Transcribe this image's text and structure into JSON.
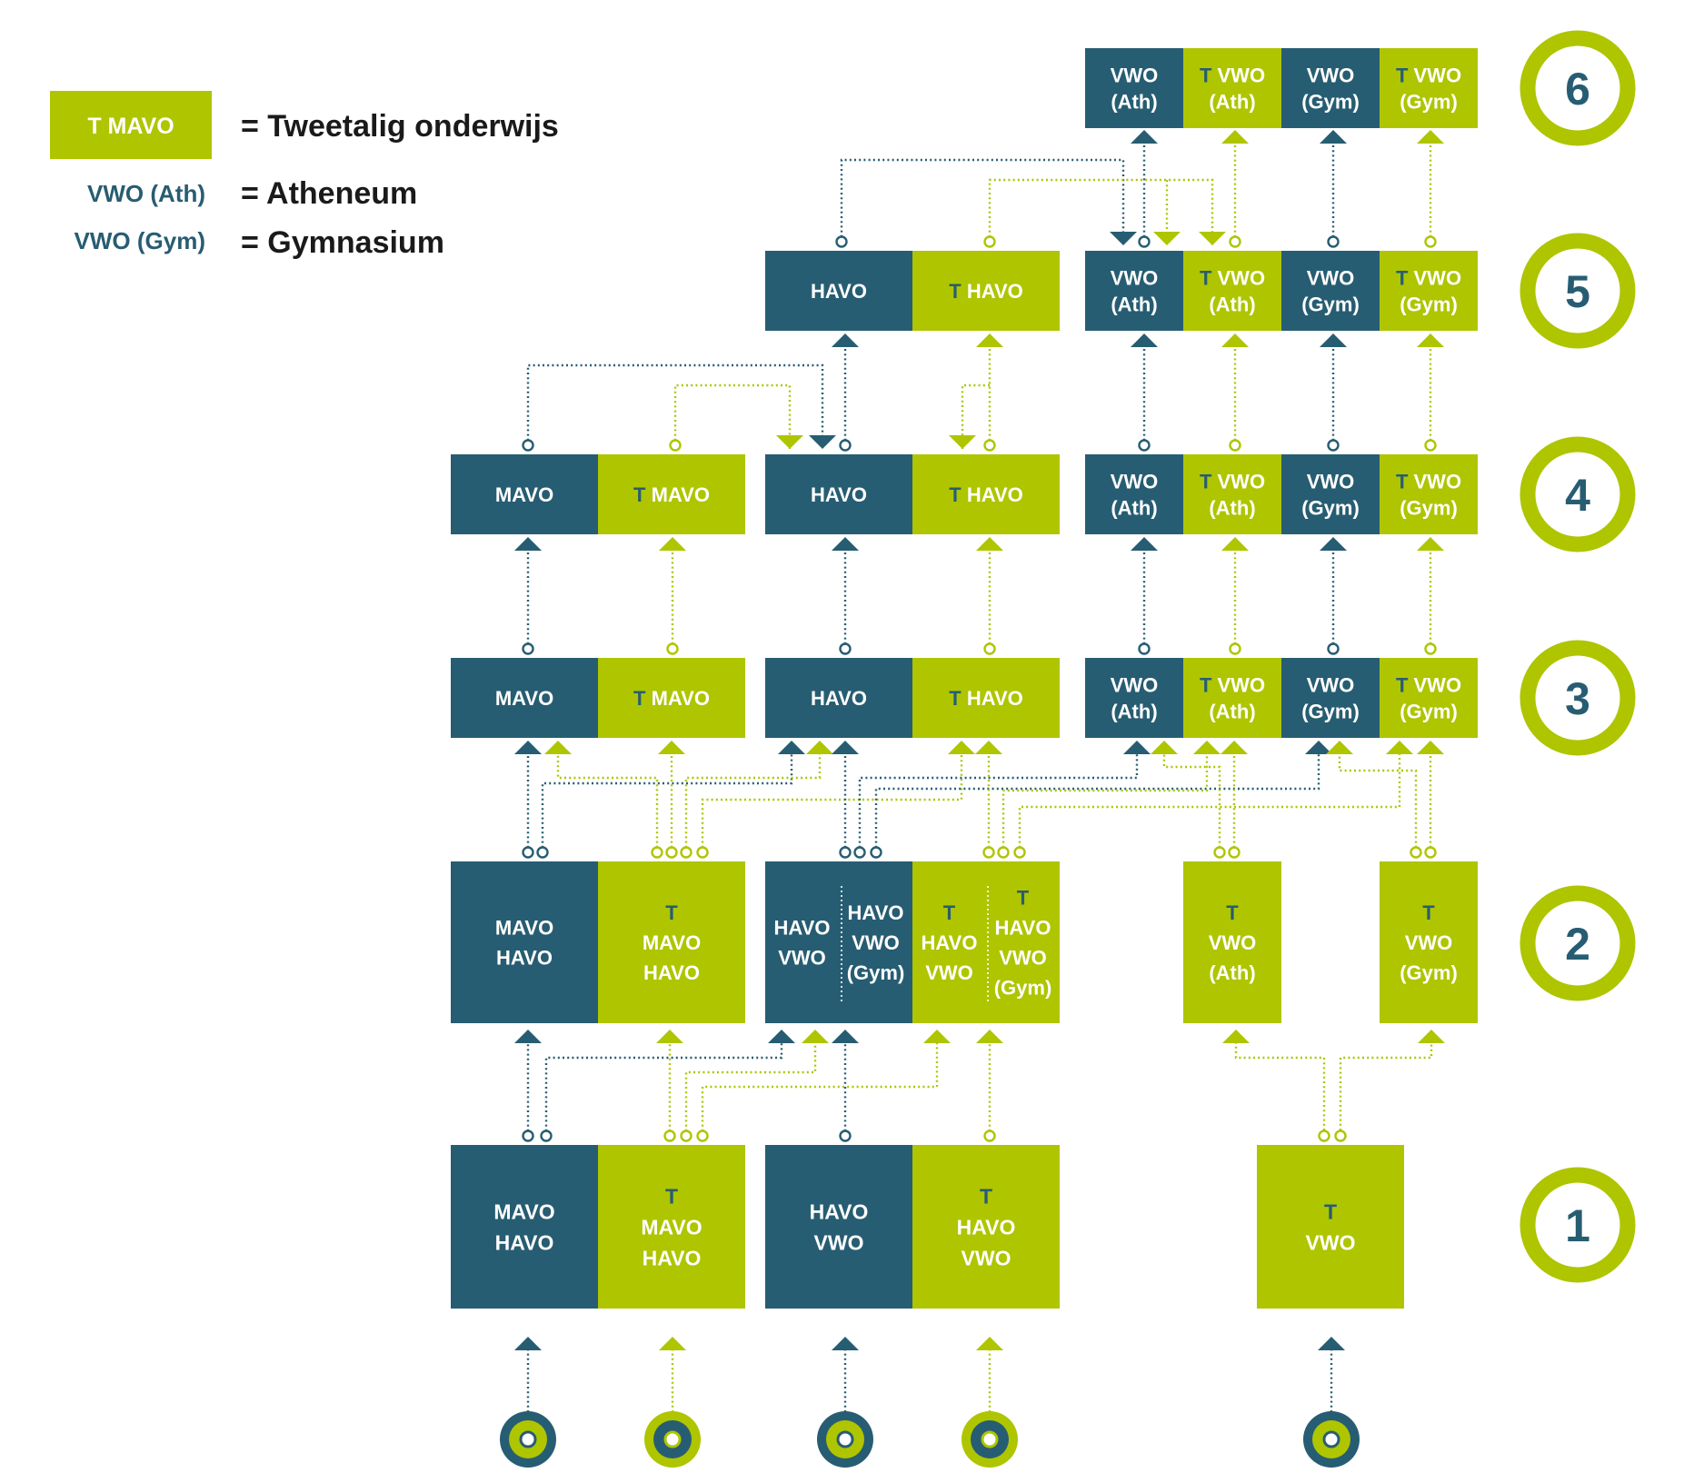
{
  "colors": {
    "blue": "#275d72",
    "green": "#aec500",
    "white": "#ffffff"
  },
  "legend": {
    "swatch_label": "T MAVO",
    "items": [
      {
        "key": "",
        "eq": "= Tweetalig onderwijs"
      },
      {
        "key": "VWO (Ath)",
        "eq": "= Atheneum"
      },
      {
        "key": "VWO (Gym)",
        "eq": "= Gymnasium"
      }
    ]
  },
  "years": [
    "6",
    "5",
    "4",
    "3",
    "2",
    "1"
  ],
  "boxes": {
    "y1": [
      {
        "color": "blue",
        "lines": [
          "MAVO",
          "HAVO"
        ]
      },
      {
        "color": "green",
        "lines": [
          "T",
          "MAVO",
          "HAVO"
        ]
      },
      {
        "color": "blue",
        "lines": [
          "HAVO",
          "VWO"
        ]
      },
      {
        "color": "green",
        "lines": [
          "T",
          "HAVO",
          "VWO"
        ]
      },
      {
        "color": "green",
        "lines": [
          "T",
          "VWO"
        ]
      }
    ],
    "y2": [
      {
        "color": "blue",
        "lines": [
          "MAVO",
          "HAVO"
        ]
      },
      {
        "color": "green",
        "lines": [
          "T",
          "MAVO",
          "HAVO"
        ]
      },
      {
        "color": "blue",
        "lines": [
          "HAVO",
          "VWO"
        ]
      },
      {
        "color": "blue",
        "lines": [
          "HAVO",
          "VWO",
          "(Gym)"
        ]
      },
      {
        "color": "green",
        "lines": [
          "T",
          "HAVO",
          "VWO"
        ]
      },
      {
        "color": "green",
        "lines": [
          "T",
          "HAVO",
          "VWO",
          "(Gym)"
        ]
      },
      {
        "color": "green",
        "lines": [
          "T",
          "VWO",
          "(Ath)"
        ]
      },
      {
        "color": "green",
        "lines": [
          "T",
          "VWO",
          "(Gym)"
        ]
      }
    ],
    "y34": [
      {
        "color": "blue",
        "lines": [
          "MAVO"
        ]
      },
      {
        "color": "green",
        "lines": [
          "T MAVO"
        ]
      },
      {
        "color": "blue",
        "lines": [
          "HAVO"
        ]
      },
      {
        "color": "green",
        "lines": [
          "T HAVO"
        ]
      },
      {
        "color": "blue",
        "lines": [
          "VWO",
          "(Ath)"
        ]
      },
      {
        "color": "green",
        "lines": [
          "T VWO",
          "(Ath)"
        ]
      },
      {
        "color": "blue",
        "lines": [
          "VWO",
          "(Gym)"
        ]
      },
      {
        "color": "green",
        "lines": [
          "T VWO",
          "(Gym)"
        ]
      }
    ],
    "y5": [
      {
        "color": "blue",
        "lines": [
          "HAVO"
        ]
      },
      {
        "color": "green",
        "lines": [
          "T HAVO"
        ]
      },
      {
        "color": "blue",
        "lines": [
          "VWO",
          "(Ath)"
        ]
      },
      {
        "color": "green",
        "lines": [
          "T VWO",
          "(Ath)"
        ]
      },
      {
        "color": "blue",
        "lines": [
          "VWO",
          "(Gym)"
        ]
      },
      {
        "color": "green",
        "lines": [
          "T VWO",
          "(Gym)"
        ]
      }
    ],
    "y6": [
      {
        "color": "blue",
        "lines": [
          "VWO",
          "(Ath)"
        ]
      },
      {
        "color": "green",
        "lines": [
          "T VWO",
          "(Ath)"
        ]
      },
      {
        "color": "blue",
        "lines": [
          "VWO",
          "(Gym)"
        ]
      },
      {
        "color": "green",
        "lines": [
          "T VWO",
          "(Gym)"
        ]
      }
    ]
  }
}
